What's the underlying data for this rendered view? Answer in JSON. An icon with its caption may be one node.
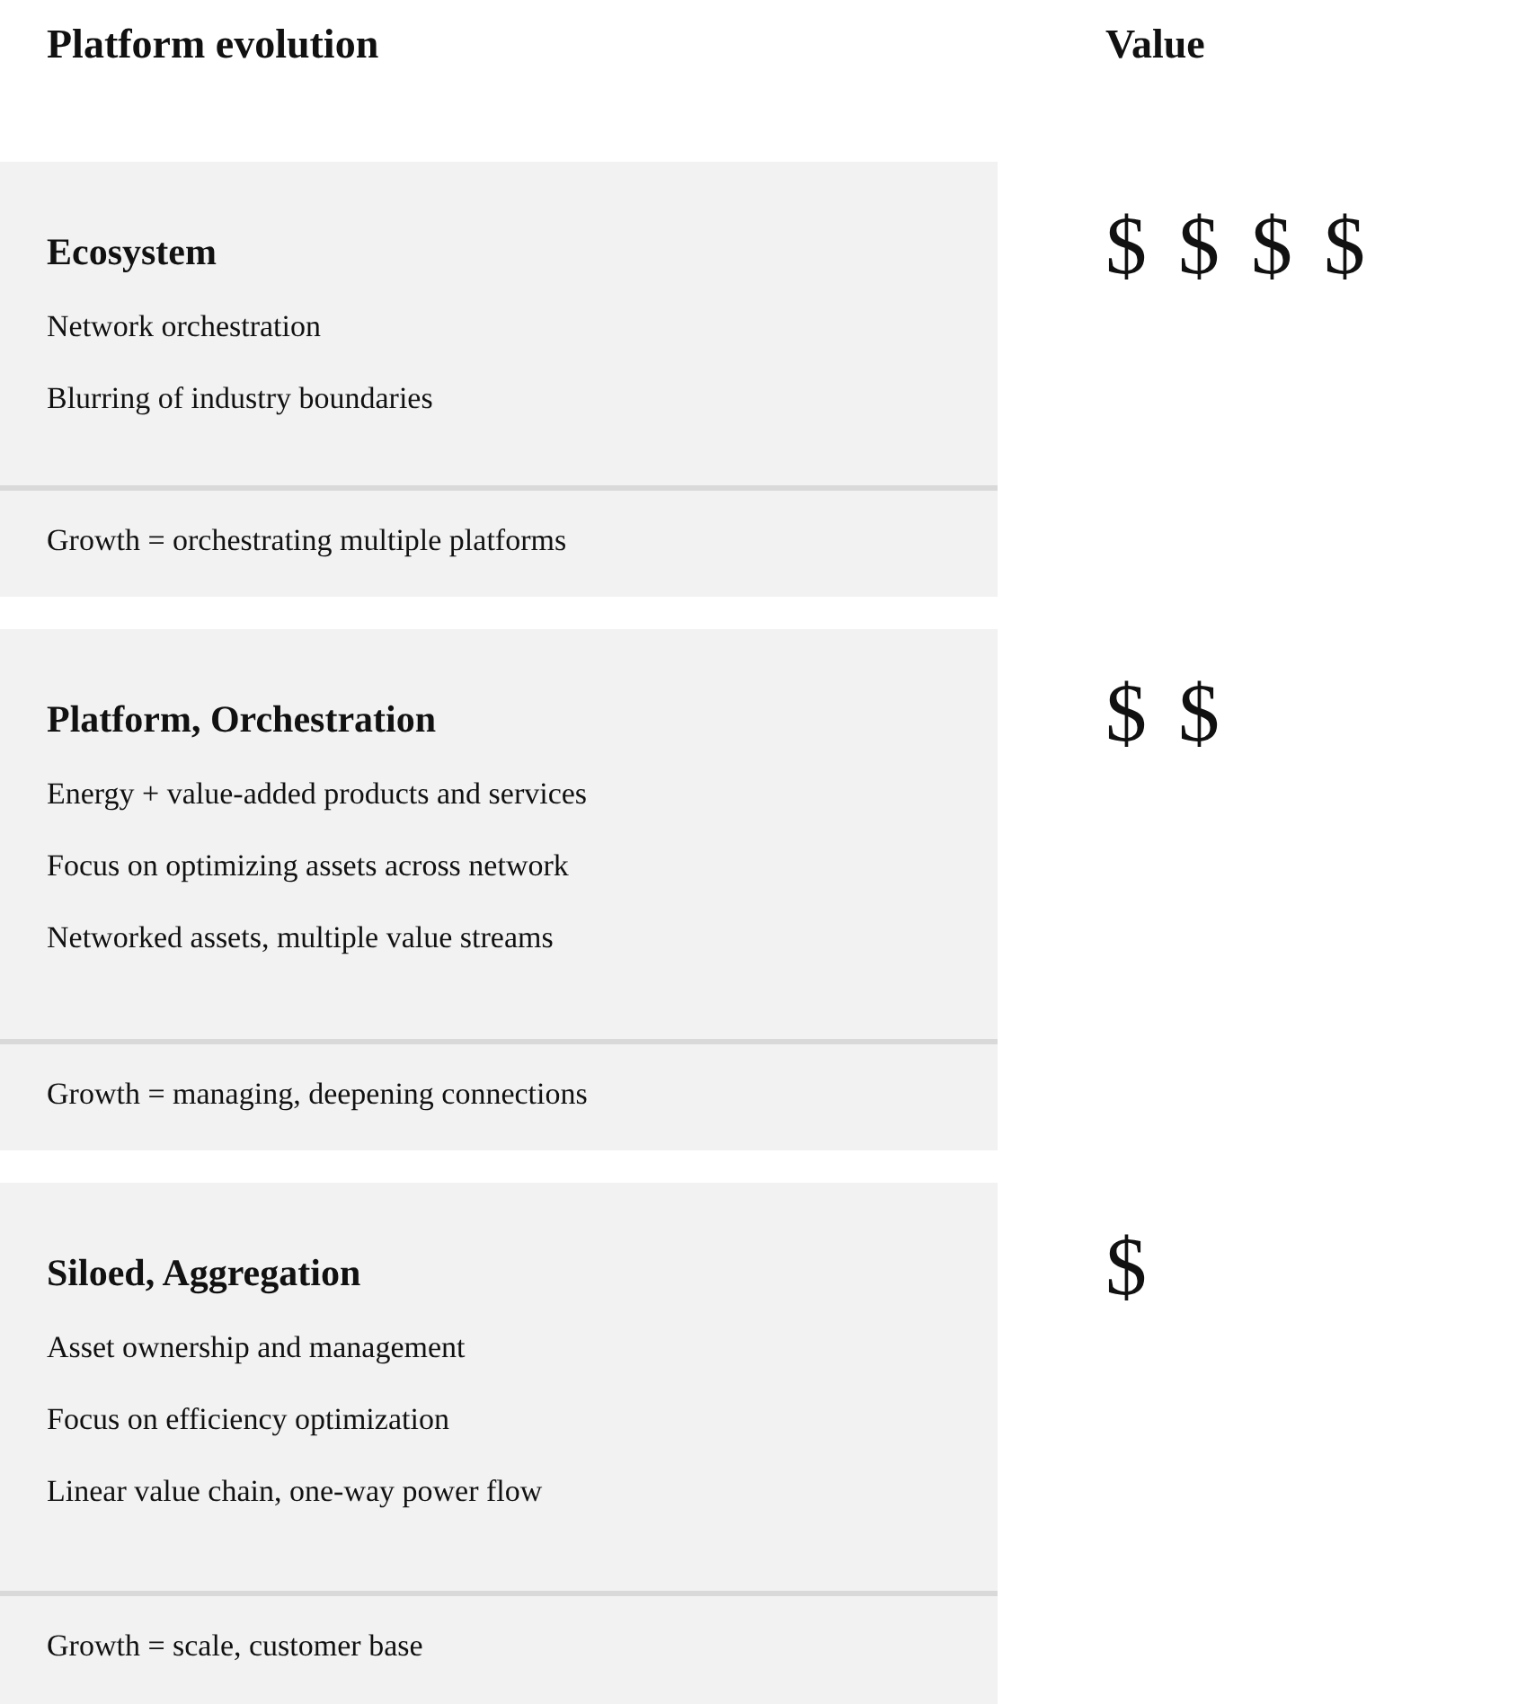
{
  "diagram": {
    "nodes": [
      {
        "text": [
          "Ecosystem",
          "Network orchestration",
          "Blurring of industry boundaries",
          "Growth = orchestrating multiple platforms"
        ],
        "beside": [
          "$ $ $ $"
        ]
      },
      {
        "text": [
          "Platform, Orchestration",
          "Energy + value-added products and services",
          "Focus on optimizing assets across network",
          "Networked assets, multiple value streams",
          "Growth = managing, deepening connections"
        ],
        "beside": [
          "$ $"
        ]
      },
      {
        "text": [
          "Siloed, Aggregation",
          "Asset ownership and management",
          "Focus on efficiency optimization",
          "Linear value chain, one-way power flow",
          "Growth = scale, customer base"
        ],
        "beside": [
          "$"
        ]
      }
    ],
    "labels": [
      "Platform evolution",
      "Value"
    ]
  }
}
